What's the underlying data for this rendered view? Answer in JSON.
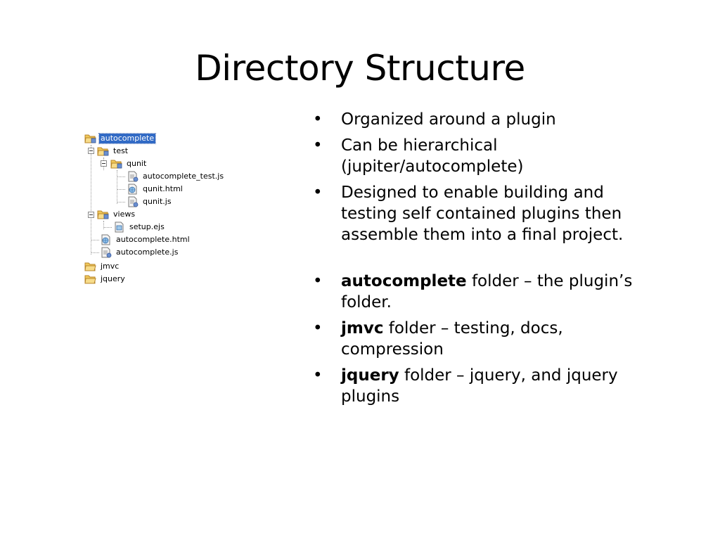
{
  "slide": {
    "title": "Directory Structure"
  },
  "tree": {
    "items": [
      {
        "label": "autocomplete",
        "icon": "package-folder-icon",
        "selected": true
      },
      {
        "label": "test",
        "icon": "package-folder-icon"
      },
      {
        "label": "qunit",
        "icon": "package-folder-icon"
      },
      {
        "label": "autocomplete_test.js",
        "icon": "js-file-icon"
      },
      {
        "label": "qunit.html",
        "icon": "html-file-icon"
      },
      {
        "label": "qunit.js",
        "icon": "js-file-icon"
      },
      {
        "label": "views",
        "icon": "package-folder-icon"
      },
      {
        "label": "setup.ejs",
        "icon": "ejs-file-icon"
      },
      {
        "label": "autocomplete.html",
        "icon": "html-file-icon"
      },
      {
        "label": "autocomplete.js",
        "icon": "js-file-icon"
      },
      {
        "label": "jmvc",
        "icon": "folder-icon"
      },
      {
        "label": "jquery",
        "icon": "folder-icon"
      }
    ]
  },
  "bullets": [
    {
      "bold": "",
      "text": "Organized around a plugin"
    },
    {
      "bold": "",
      "text": "Can be hierarchical (jupiter/autocomplete)"
    },
    {
      "bold": "",
      "text": "Designed to enable building and testing self contained plugins then assemble them into a final project."
    },
    {
      "bold": "autocomplete",
      "text": " folder – the plugin’s folder."
    },
    {
      "bold": "jmvc",
      "text": " folder – testing, docs, compression"
    },
    {
      "bold": "jquery",
      "text": " folder – jquery, and jquery plugins"
    }
  ],
  "bullet_glyph": "•",
  "colors": {
    "selection": "#316ac5",
    "folder": "#e8b84a",
    "folder_dark": "#b8862a"
  }
}
